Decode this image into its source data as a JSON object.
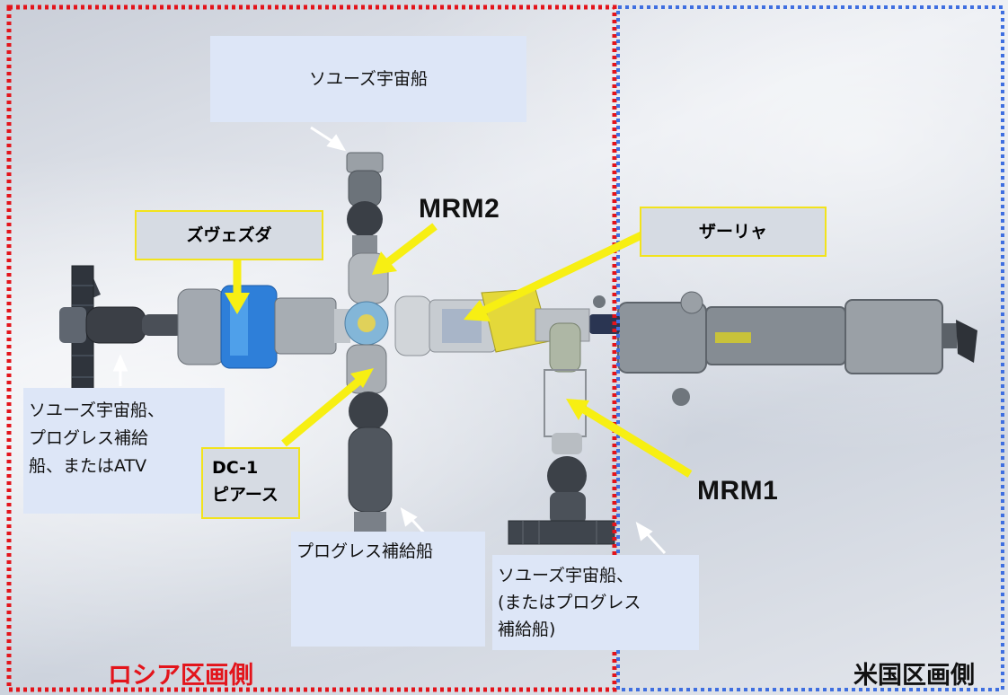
{
  "zones": {
    "russian": {
      "label": "ロシア区画側",
      "color": "#e3141b"
    },
    "us": {
      "label": "米国区画側",
      "color": "#3f6fe0"
    }
  },
  "modules": {
    "zvezda": "ズヴェズダ",
    "zarya": "ザーリャ",
    "dc1_line1": "DC-1",
    "dc1_line2": "ピアース",
    "mrm2": "MRM2",
    "mrm1": "MRM1"
  },
  "vehicles": {
    "top": "ソユーズ宇宙船",
    "left_line1": "ソユーズ宇宙船、",
    "left_line2": "プログレス補給",
    "left_line3": "船、またはATV",
    "bottom": "プログレス補給船",
    "right_line1": "ソユーズ宇宙船、",
    "right_line2": "(またはプログレス",
    "right_line3": "補給船)"
  },
  "colors": {
    "arrow_yellow": "#f7ef13",
    "label_box_fill": "#dde6f7",
    "module_box_border": "#f2e31c"
  }
}
